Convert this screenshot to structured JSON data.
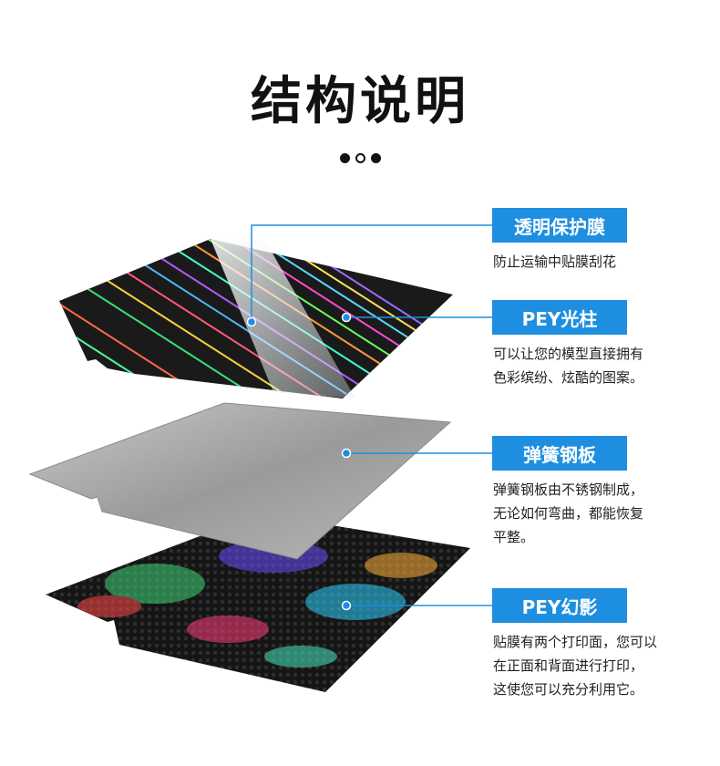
{
  "title": "结构说明",
  "accent_color": "#1e8fe0",
  "layers": [
    {
      "label": "透明保护膜",
      "desc": "防止运输中贴膜刮花"
    },
    {
      "label": "PEY光柱",
      "desc": "可以让您的模型直接拥有\n色彩缤纷、炫酷的图案。"
    },
    {
      "label": "弹簧钢板",
      "desc": "弹簧钢板由不锈钢制成，\n无论如何弯曲，都能恢复\n平整。"
    },
    {
      "label": "PEY幻影",
      "desc": "贴膜有两个打印面，您可以\n在正面和背面进行打印，\n这使您可以充分利用它。"
    }
  ]
}
